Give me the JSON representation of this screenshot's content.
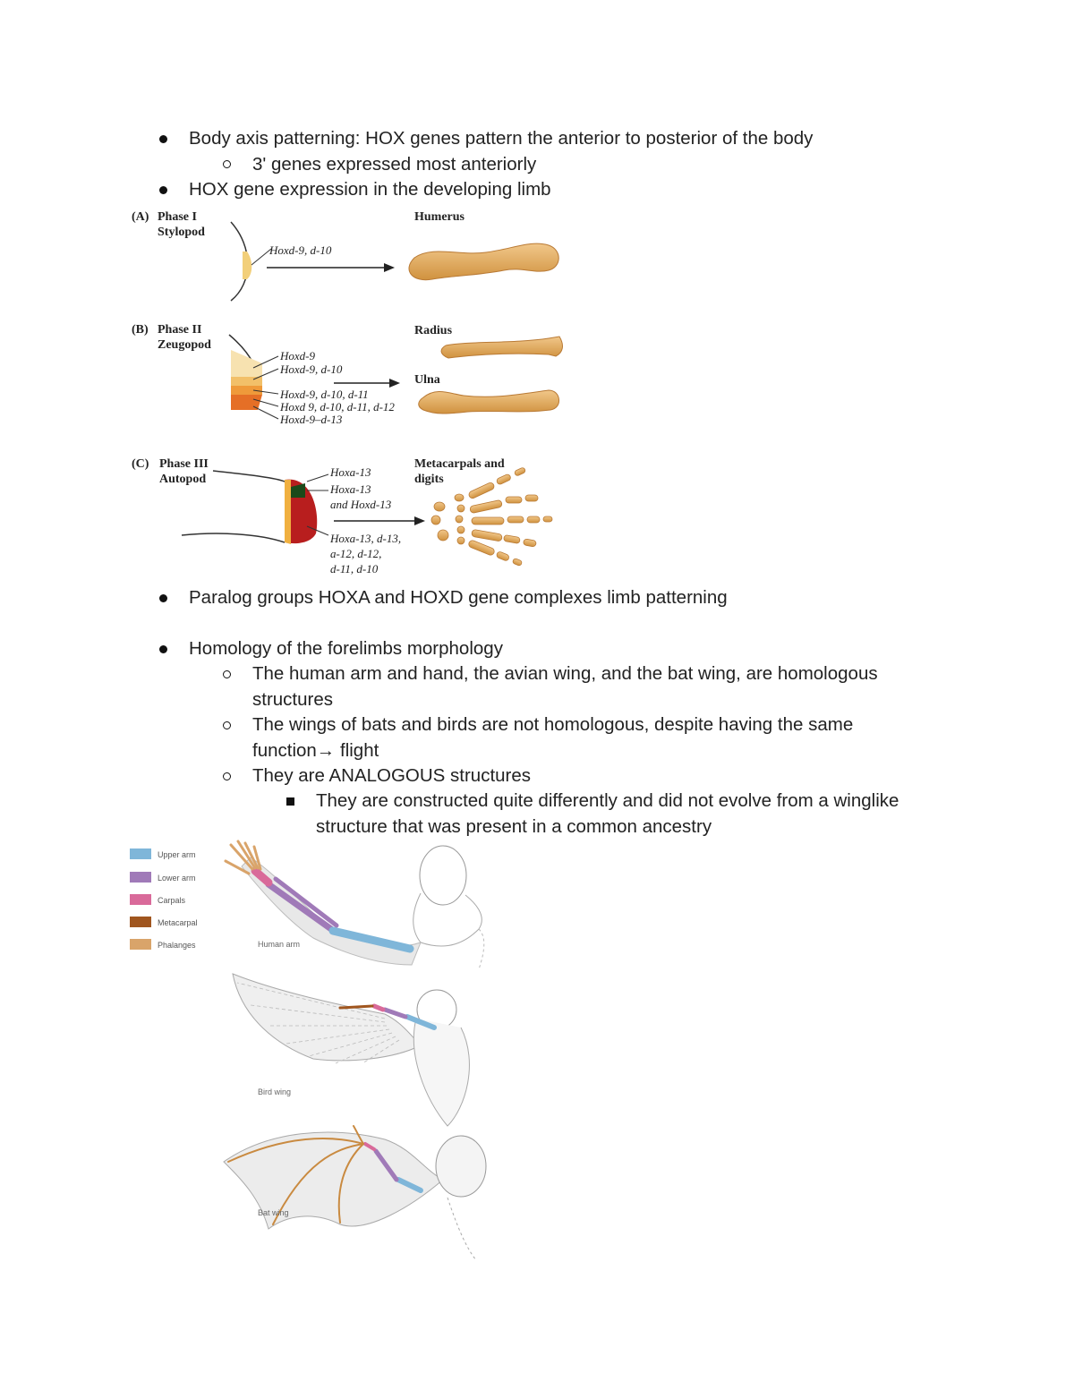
{
  "notes": {
    "l1": "Body axis patterning: HOX genes pattern the anterior to posterior of the body",
    "l2": "3' genes expressed most anteriorly",
    "l3": "HOX gene expression in the developing limb",
    "l4": "Paralog groups HOXA and HOXD gene complexes limb patterning",
    "l5": "Homology of the forelimbs morphology",
    "l6a": "The human arm and hand, the avian wing, and the bat wing, are homologous",
    "l6b": "structures",
    "l7a": "The wings of bats and birds are not homologous, despite having the same",
    "l7b": "function→ flight",
    "l8": "They are ANALOGOUS structures",
    "l9a": "They are constructed quite differently and did not evolve from a winglike",
    "l9b": "structure that was present in a common ancestry"
  },
  "hox_figure": {
    "phaseA_label": "(A)",
    "phaseA_title": "Phase I",
    "phaseA_sub": "Stylopod",
    "phaseA_gene": "Hoxd-9, d-10",
    "phaseA_bone": "Humerus",
    "phaseB_label": "(B)",
    "phaseB_title": "Phase II",
    "phaseB_sub": "Zeugopod",
    "phaseB_genes": [
      "Hoxd-9",
      "Hoxd-9, d-10",
      "Hoxd-9, d-10, d-11",
      "Hoxd 9, d-10, d-11, d-12",
      "Hoxd-9–d-13"
    ],
    "phaseB_bone1": "Radius",
    "phaseB_bone2": "Ulna",
    "phaseC_label": "(C)",
    "phaseC_title": "Phase III",
    "phaseC_sub": "Autopod",
    "phaseC_genes": [
      "Hoxa-13",
      "Hoxa-13",
      "and Hoxd-13",
      "Hoxa-13, d-13,",
      "a-12, d-12,",
      "d-11, d-10"
    ],
    "phaseC_bone1": "Metacarpals and",
    "phaseC_bone2": "digits"
  },
  "forelimb_figure": {
    "legend": [
      {
        "label": "Upper arm",
        "color": "#7fb6d9"
      },
      {
        "label": "Lower arm",
        "color": "#a07ab8"
      },
      {
        "label": "Carpals",
        "color": "#d96a9a"
      },
      {
        "label": "Metacarpal",
        "color": "#a0561f"
      },
      {
        "label": "Phalanges",
        "color": "#d9a46a"
      }
    ],
    "human_label": "Human arm",
    "bird_label": "Bird wing",
    "bat_label": "Bat wing"
  },
  "colors": {
    "bone": "#e0a95e",
    "bone_dark": "#b97a35",
    "text": "#222222"
  }
}
